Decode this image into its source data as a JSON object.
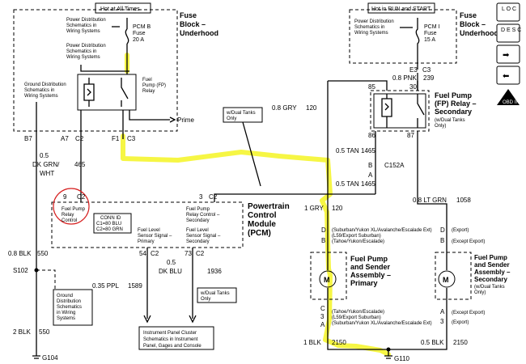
{
  "nav": {
    "loc": "L O C",
    "desc": "D E S C",
    "next_glyph": "➡",
    "prev_glyph": "⬅",
    "logo_label": "OBD II"
  },
  "fuse_block_1": {
    "hot_label": "Hot at All Times",
    "title_line1": "Fuse",
    "title_line2": "Block –",
    "title_line3": "Underhood",
    "pd_top_1": "Power Distribution",
    "pd_top_2": "Schematics in",
    "pd_top_3": "Wiring Systems",
    "fuse_1": "PCM B",
    "fuse_2": "Fuse",
    "fuse_3": "20 A",
    "pd_mid_1": "Power Distribution",
    "pd_mid_2": "Schematics in",
    "pd_mid_3": "Wiring Systems",
    "relay_1": "Fuel",
    "relay_2": "Pump (FP)",
    "relay_3": "Relay",
    "ground_1": "Ground Distribution",
    "ground_2": "Schematics in",
    "ground_3": "Wiring Systems",
    "prime": "Prime",
    "pin_b7": "B7",
    "pin_a7": "A7",
    "pin_c2a": "C2",
    "pin_f1": "F1",
    "pin_c3": "C3"
  },
  "fuse_block_2": {
    "hot_label": "Hot in RUN and START",
    "title_line1": "Fuse",
    "title_line2": "Block –",
    "title_line3": "Underhood",
    "pd_1": "Power Distribution",
    "pd_2": "Schematics in",
    "pd_3": "Wiring Systems",
    "fuse_1": "PCM I",
    "fuse_2": "Fuse",
    "fuse_3": "15 A",
    "pin_e3": "E3",
    "pin_c3": "C3"
  },
  "wires": {
    "pnk": "0.8 PNK",
    "pnk_num": "239",
    "gry": "0.8 GRY",
    "gry_num": "120",
    "dkgrn_1": "0.5",
    "dkgrn_2": "DK GRN/",
    "dkgrn_3": "WHT",
    "dkgrn_num": "465",
    "tan_1": "0.5 TAN",
    "tan_1_num": "1465",
    "tan_2": "0.5 TAN",
    "tan_2_num": "1465",
    "ltgrn": "0.8 LT GRN",
    "ltgrn_num": "1058",
    "gry_1": "1 GRY",
    "gry_1_num": "120",
    "blk_08": "0.8 BLK",
    "blk_08_num": "550",
    "ppl": "0.35 PPL",
    "ppl_num": "1589",
    "dkblu_1": "0.5",
    "dkblu_2": "DK BLU",
    "dkblu_num": "1936",
    "blk_2": "2 BLK",
    "blk_2_num": "550",
    "blk_1": "1 BLK",
    "blk_1_num": "2150",
    "blk_05": "0.5 BLK",
    "blk_05_num": "2150"
  },
  "relay2": {
    "pin_85": "85",
    "pin_30": "30",
    "pin_86": "86",
    "pin_87": "87",
    "title_1": "Fuel Pump",
    "title_2": "(FP) Relay –",
    "title_3": "Secondary",
    "note_1": "(w/Dual Tanks",
    "note_2": "Only)"
  },
  "connector": {
    "b": "B",
    "a": "A",
    "name": "C152A"
  },
  "dual_tanks_note": {
    "line1": "w/Dual Tanks",
    "line2": "Only"
  },
  "dual_tanks_note2": {
    "line1": "w/Dual Tanks",
    "line2": "Only"
  },
  "pcm": {
    "title_1": "Powertrain",
    "title_2": "Control",
    "title_3": "Module",
    "title_4": "(PCM)",
    "pin_9": "9",
    "pin_c2a": "C2",
    "pin_3": "3",
    "pin_c2b": "C2",
    "fp_ctrl_1": "Fuel Pump",
    "fp_ctrl_2": "Relay",
    "fp_ctrl_3": "Control",
    "fp_sec_1": "Fuel Pump",
    "fp_sec_2": "Relay Control –",
    "fp_sec_3": "Secondary",
    "conn_id": "CONN ID",
    "conn_c1": "C1=80 BLU",
    "conn_c2": "C2=80 GRN",
    "lvl_p_1": "Fuel Level",
    "lvl_p_2": "Sensor Signal –",
    "lvl_p_3": "Primary",
    "lvl_s_1": "Fuel Level",
    "lvl_s_2": "Sensor Signal –",
    "lvl_s_3": "Secondary",
    "pin_54": "54",
    "pin_c2c": "C2",
    "pin_73": "73",
    "pin_c2d": "C2"
  },
  "splice": {
    "s102": "S102",
    "g104": "G104",
    "g110": "G110"
  },
  "ground2": {
    "l1": "Ground",
    "l2": "Distribution",
    "l3": "Schematics",
    "l4": "in Wiring",
    "l5": "Systems"
  },
  "ipc": {
    "l1": "Instrument Panel Cluster",
    "l2": "Schematics in Instrument",
    "l3": "Panel, Gages and Console"
  },
  "primary": {
    "pin_d": "D",
    "pin_b": "B",
    "note_d1": "(Suburban/Yukon XL/Avalanche/Escalade Ext)",
    "note_d2": "(L59/Export Suburban)",
    "note_d3": "(Tahoe/Yukon/Escalade)",
    "title_1": "Fuel Pump",
    "title_2": "and Sender",
    "title_3": "Assembly –",
    "title_4": "Primary",
    "motor": "M",
    "pin_c": "C",
    "pin_3": "3",
    "pin_a": "A",
    "note_c1": "(Tahoe/Yukon/Escalade)",
    "note_c2": "(L59/Export Suburban)",
    "note_c3": "(Suburban/Yukon XL/Avalanche/Escalade Ext)"
  },
  "secondary": {
    "pin_d": "D",
    "pin_b": "B",
    "note_d1": "(Export)",
    "note_d2": "(Except Export)",
    "title_1": "Fuel Pump",
    "title_2": "and Sender",
    "title_3": "Assembly –",
    "title_4": "Secondary",
    "note_1": "(w/Dual Tanks",
    "note_2": "Only)",
    "motor": "M",
    "pin_a": "A",
    "pin_3": "3",
    "note_a1": "(Except Export)",
    "note_a2": "(Export)"
  }
}
